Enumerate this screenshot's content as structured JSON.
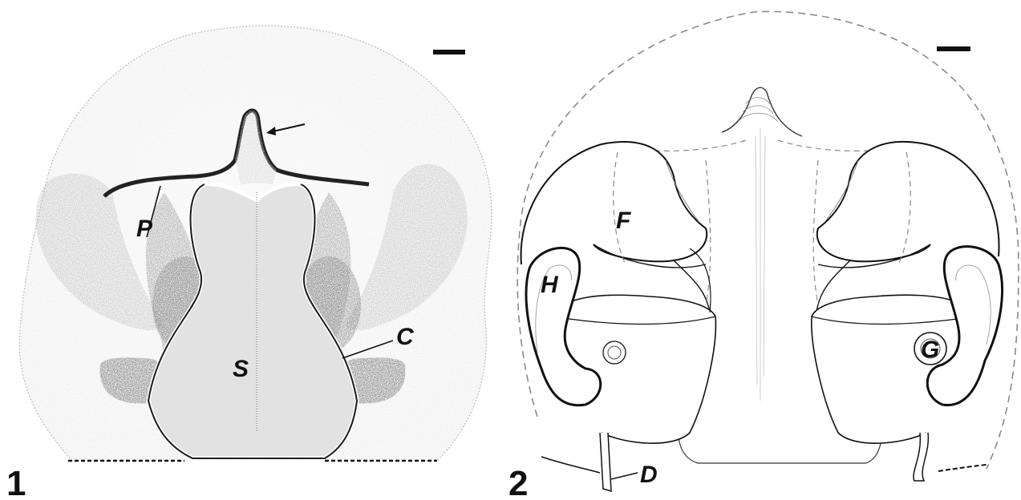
{
  "panels": [
    {
      "number": "1",
      "labels": {
        "P": "P",
        "S": "S",
        "C": "C"
      }
    },
    {
      "number": "2",
      "labels": {
        "F": "F",
        "H": "H",
        "G": "G",
        "D": "D"
      }
    }
  ]
}
